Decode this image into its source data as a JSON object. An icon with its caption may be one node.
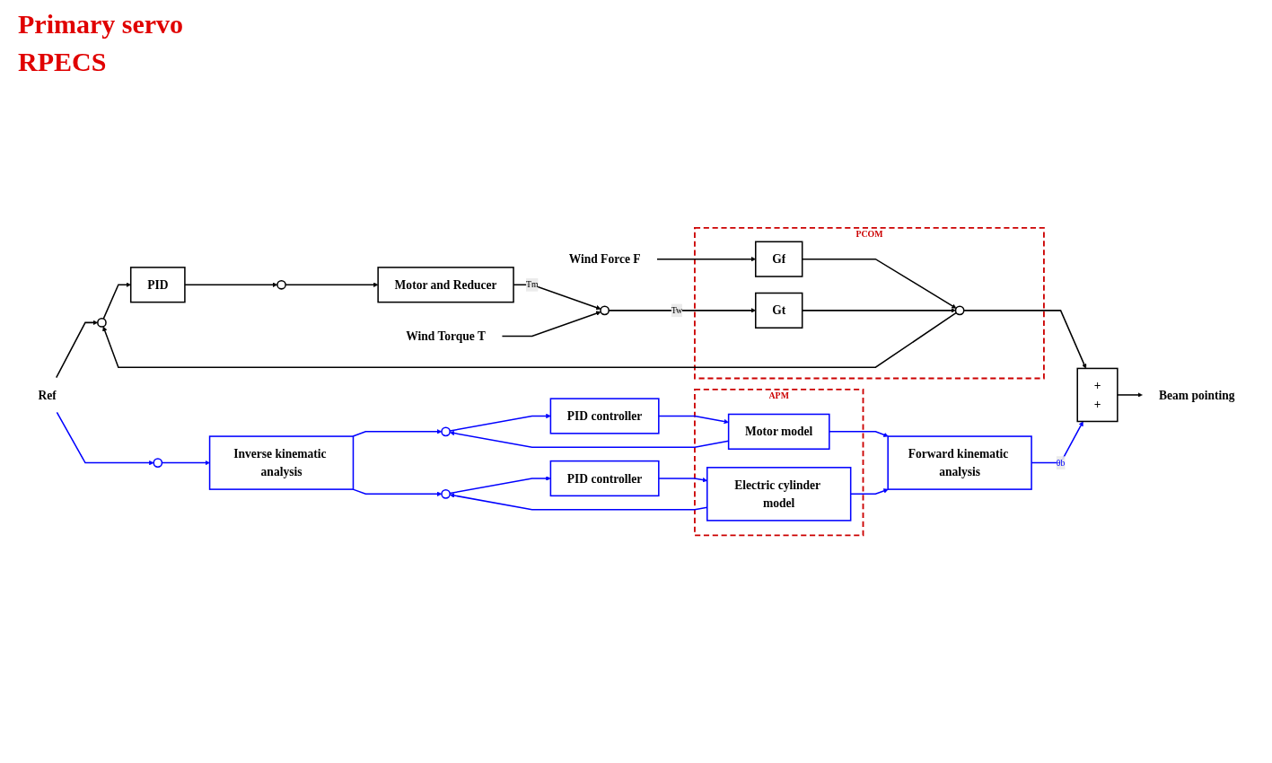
{
  "diagram": {
    "nodes": [
      {
        "text": [
          "Ref"
        ]
      },
      {
        "text": [],
        "shape": "circle"
      },
      {
        "text": [
          "PID"
        ]
      },
      {
        "text": [],
        "shape": "circle"
      },
      {
        "text": [
          "Motor and Reducer"
        ]
      },
      {
        "text": [],
        "shape": "circle"
      },
      {
        "text": [
          "Wind Torque T"
        ]
      },
      {
        "text": [
          "Wind Force F"
        ]
      },
      {
        "text": [
          "PCOM"
        ]
      },
      {
        "text": [
          "Gf"
        ],
        "in": 8
      },
      {
        "text": [
          "Gt"
        ],
        "in": 8
      },
      {
        "text": [],
        "shape": "circle",
        "in": 8
      },
      {
        "text": [
          "+",
          "+"
        ]
      },
      {
        "text": [
          "Beam pointing"
        ]
      },
      {
        "text": [],
        "shape": "circle"
      },
      {
        "text": [
          "Inverse kinematic analysis"
        ]
      },
      {
        "text": [],
        "shape": "circle"
      },
      {
        "text": [],
        "shape": "circle"
      },
      {
        "text": [
          "PID controller"
        ]
      },
      {
        "text": [
          "PID controller"
        ]
      },
      {
        "text": [
          "APM"
        ]
      },
      {
        "text": [
          "Motor model"
        ],
        "in": 20
      },
      {
        "text": [
          "Electric cylinder model"
        ],
        "in": 20
      },
      {
        "text": [
          "Forward kinematic analysis"
        ]
      }
    ],
    "edges": [
      {
        "from": 0,
        "to": 1,
        "arrow": "to"
      },
      {
        "from": 1,
        "to": 2,
        "arrow": "to"
      },
      {
        "from": 2,
        "to": 3,
        "arrow": "to"
      },
      {
        "from": 3,
        "to": 4,
        "arrow": "to"
      },
      {
        "from": 4,
        "to": 5,
        "arrow": "to",
        "label": "Tm"
      },
      {
        "from": 6,
        "to": 5,
        "arrow": "to"
      },
      {
        "from": 5,
        "to": 10,
        "arrow": "to",
        "label": "Tw"
      },
      {
        "from": 7,
        "to": 9,
        "arrow": "to"
      },
      {
        "from": 9,
        "to": 11,
        "arrow": "to"
      },
      {
        "from": 10,
        "to": 11,
        "arrow": "to"
      },
      {
        "from": 11,
        "to": 12,
        "arrow": "to"
      },
      {
        "from": 11,
        "to": 1,
        "arrow": "to"
      },
      {
        "from": 12,
        "to": 13,
        "arrow": "to"
      },
      {
        "from": 0,
        "to": 14,
        "arrow": "to",
        "color": "#0000ff"
      },
      {
        "from": 14,
        "to": 15,
        "arrow": "to",
        "color": "#0000ff"
      },
      {
        "from": 15,
        "to": 16,
        "arrow": "to",
        "color": "#0000ff"
      },
      {
        "from": 15,
        "to": 17,
        "arrow": "to",
        "color": "#0000ff"
      },
      {
        "from": 16,
        "to": 18,
        "arrow": "to",
        "color": "#0000ff"
      },
      {
        "from": 17,
        "to": 19,
        "arrow": "to",
        "color": "#0000ff"
      },
      {
        "from": 18,
        "to": 21,
        "arrow": "to",
        "color": "#0000ff"
      },
      {
        "from": 19,
        "to": 22,
        "arrow": "to",
        "color": "#0000ff"
      },
      {
        "from": 21,
        "to": 23,
        "arrow": "to",
        "color": "#0000ff"
      },
      {
        "from": 22,
        "to": 23,
        "arrow": "to",
        "color": "#0000ff"
      },
      {
        "from": 21,
        "to": 16,
        "arrow": "to",
        "color": "#0000ff"
      },
      {
        "from": 22,
        "to": 17,
        "arrow": "to",
        "color": "#0000ff"
      },
      {
        "from": 23,
        "to": 12,
        "arrow": "to",
        "label": "θb",
        "color": "#0000ff"
      }
    ],
    "labels": [
      "Primary servo",
      "RPECS"
    ]
  }
}
